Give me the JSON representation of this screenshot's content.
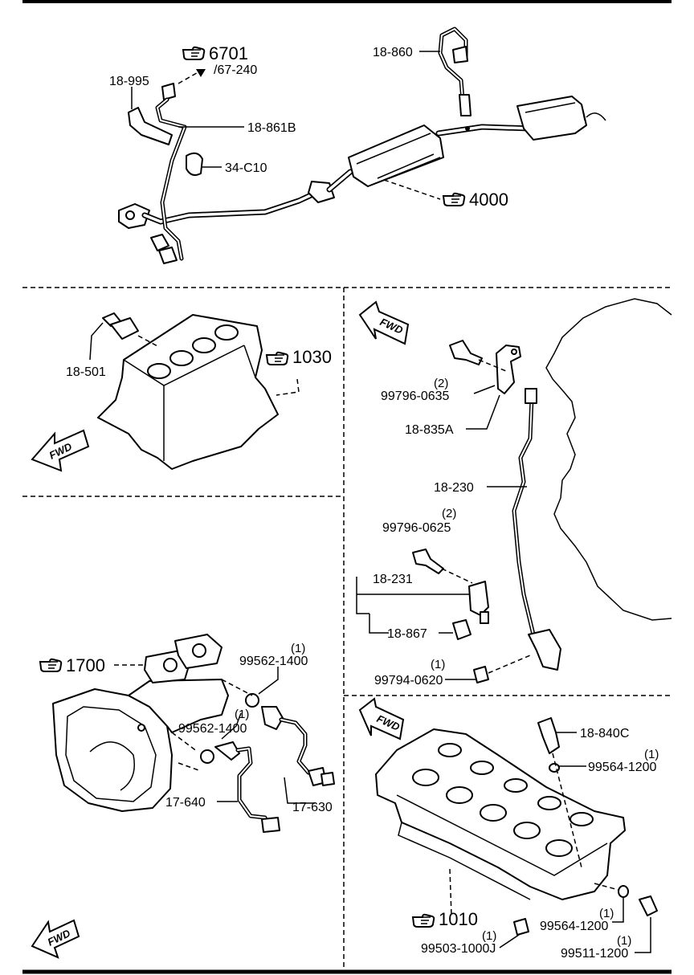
{
  "top": {
    "ref_6701": "6701",
    "ref_67_240": "/67-240",
    "p18_995": "18-995",
    "p18_861B": "18-861B",
    "p34_C10": "34-C10",
    "p18_860": "18-860",
    "ref_4000": "4000"
  },
  "mid_left": {
    "p18_501": "18-501",
    "ref_1030": "1030",
    "fwd": "FWD"
  },
  "right_upper": {
    "fwd": "FWD",
    "qty_0635": "(2)",
    "p99796_0635": "99796-0635",
    "p18_835A": "18-835A",
    "p18_230": "18-230",
    "qty_0625": "(2)",
    "p99796_0625": "99796-0625",
    "p18_231": "18-231",
    "p18_867": "18-867",
    "qty_0620": "(1)",
    "p99794_0620": "99794-0620"
  },
  "bottom_left": {
    "ref_1700": "1700",
    "qty_1400a": "(1)",
    "p99562_1400a": "99562-1400",
    "qty_1400b": "(1)",
    "p99562_1400b": "99562-1400",
    "p17_640": "17-640",
    "p17_630": "17-630",
    "fwd": "FWD"
  },
  "bottom_right": {
    "fwd": "FWD",
    "p18_840C": "18-840C",
    "qty_1200a": "(1)",
    "p99564_1200a": "99564-1200",
    "ref_1010": "1010",
    "qty_1200b": "(1)",
    "p99564_1200b": "99564-1200",
    "qty_1000J": "(1)",
    "p99503_1000J": "99503-1000J",
    "qty_99511": "(1)",
    "p99511_1200": "99511-1200"
  }
}
